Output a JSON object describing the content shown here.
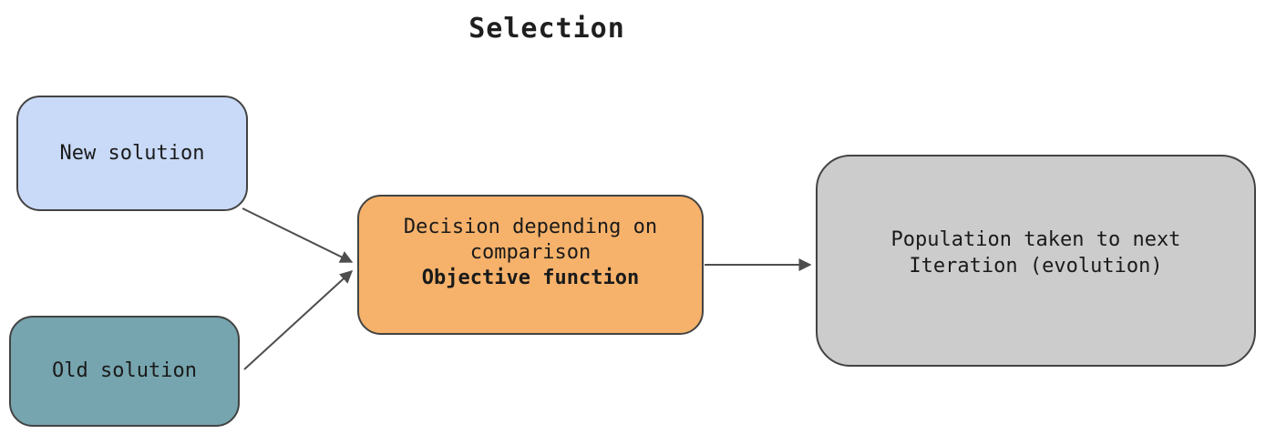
{
  "title": "Selection",
  "colors": {
    "new_solution_fill": "#c9daf8",
    "old_solution_fill": "#76a5af",
    "decision_fill": "#f6b26b",
    "population_fill": "#cccccc",
    "border": "#434343",
    "arrow": "#4d4d4d",
    "text": "#1a1a1a"
  },
  "nodes": {
    "new_solution": {
      "label": "New solution"
    },
    "old_solution": {
      "label": "Old solution"
    },
    "decision": {
      "line1": "Decision depending on",
      "line2": "comparison",
      "bold_line": "Objective function"
    },
    "population": {
      "line1": "Population taken to next",
      "line2": "Iteration (evolution)"
    }
  },
  "edges": [
    {
      "from": "new_solution",
      "to": "decision"
    },
    {
      "from": "old_solution",
      "to": "decision"
    },
    {
      "from": "decision",
      "to": "population"
    }
  ]
}
